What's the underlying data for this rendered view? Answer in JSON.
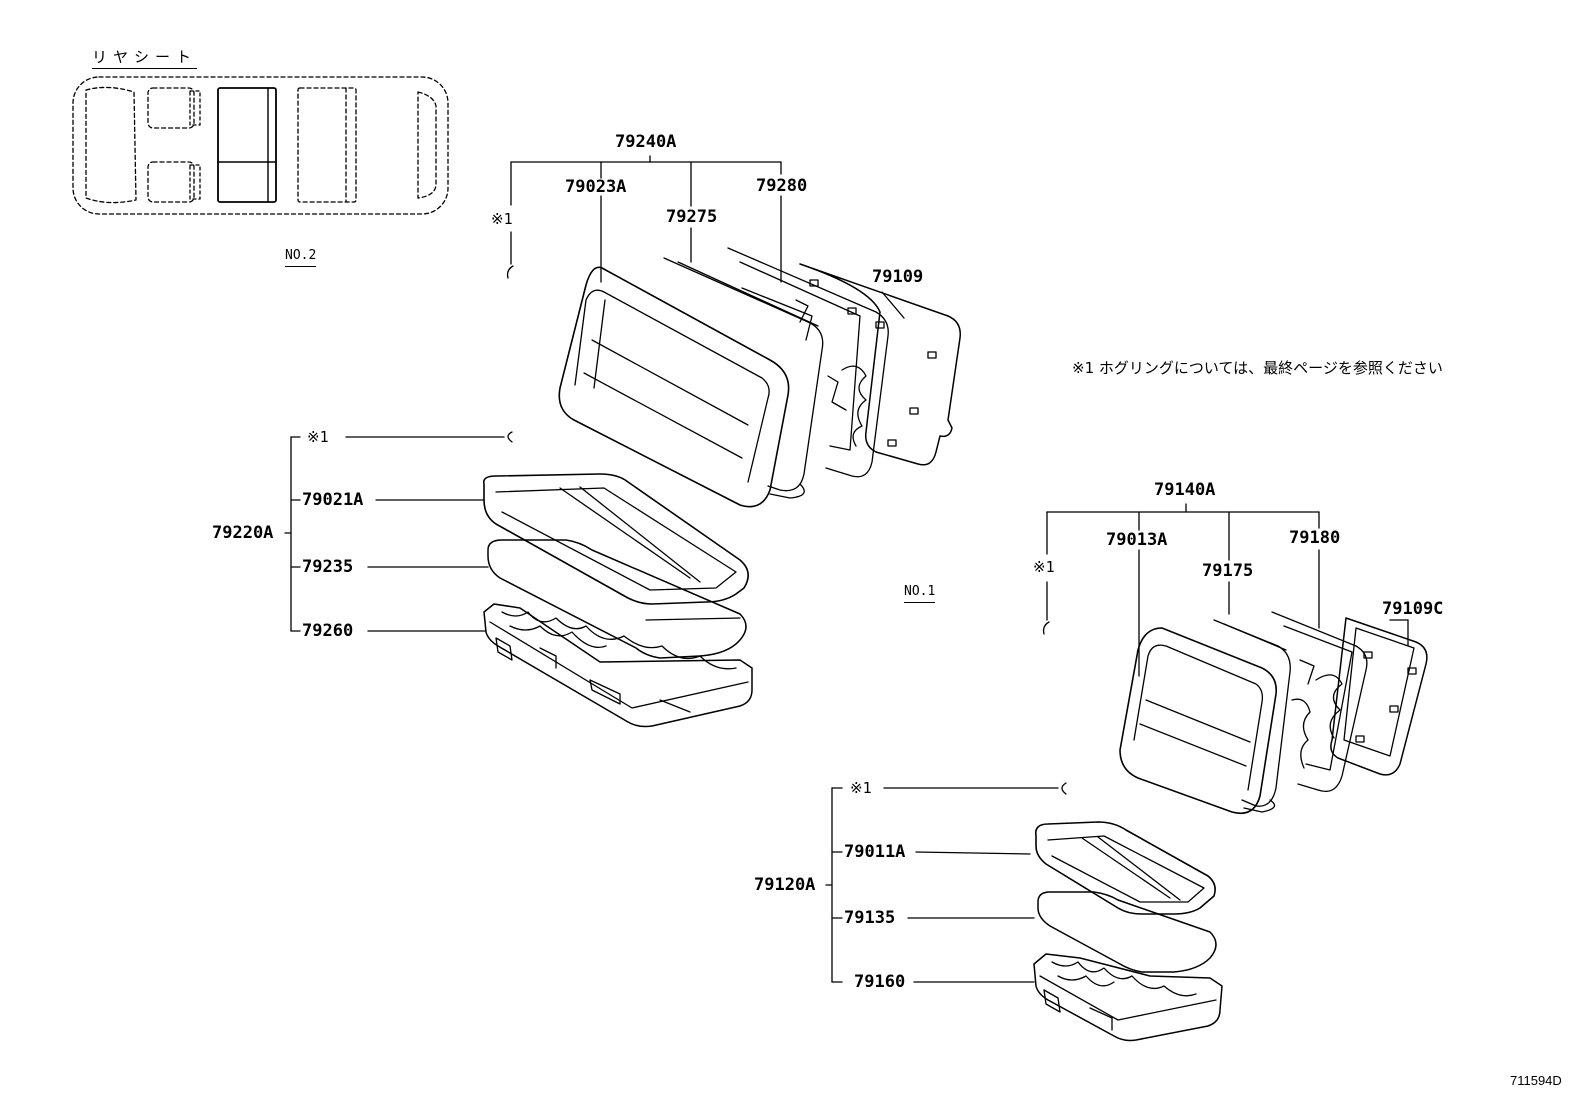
{
  "inset": {
    "title": "リヤシート",
    "seat_label": "NO.2"
  },
  "note": "※1 ホグリングについては、最終ページを参照ください",
  "no1_label": "NO.1",
  "no2_back": {
    "assembly": "79240A",
    "ref": "※1",
    "cover": "79023A",
    "pad": "79275",
    "frame": "79280",
    "board": "79109"
  },
  "no2_cushion": {
    "assembly": "79220A",
    "ref": "※1",
    "cover": "79021A",
    "pad": "79235",
    "frame": "79260"
  },
  "no1_back": {
    "assembly": "79140A",
    "ref": "※1",
    "cover": "79013A",
    "pad": "79175",
    "frame": "79180",
    "board": "79109C"
  },
  "no1_cushion": {
    "assembly": "79120A",
    "ref": "※1",
    "cover": "79011A",
    "pad": "79135",
    "frame": "79160"
  },
  "diagram_code": "711594D"
}
